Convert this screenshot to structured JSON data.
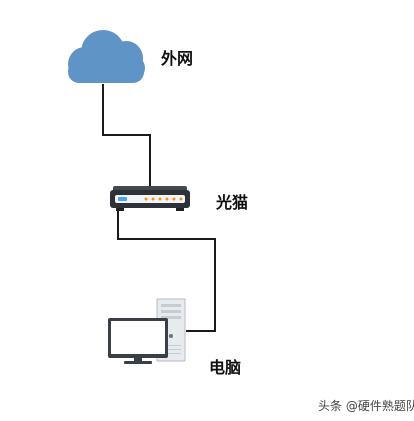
{
  "labels": {
    "internet": "外网",
    "modem": "光猫",
    "computer": "电脑"
  },
  "watermark": {
    "text": "头条 @硬件熟题队"
  },
  "colors": {
    "cloud": "#5e95c6",
    "cable": "#1a1a1a",
    "modem_body": "#2e3238",
    "modem_led": "#ff8a1e",
    "modem_led_blue": "#4aa3ff",
    "tower": "#e8ebee",
    "monitor_frame": "#3a3f46",
    "monitor_screen": "#ffffff"
  },
  "icons": {
    "internet": "cloud-icon",
    "modem": "modem-icon",
    "computer": "desktop-computer-icon"
  }
}
